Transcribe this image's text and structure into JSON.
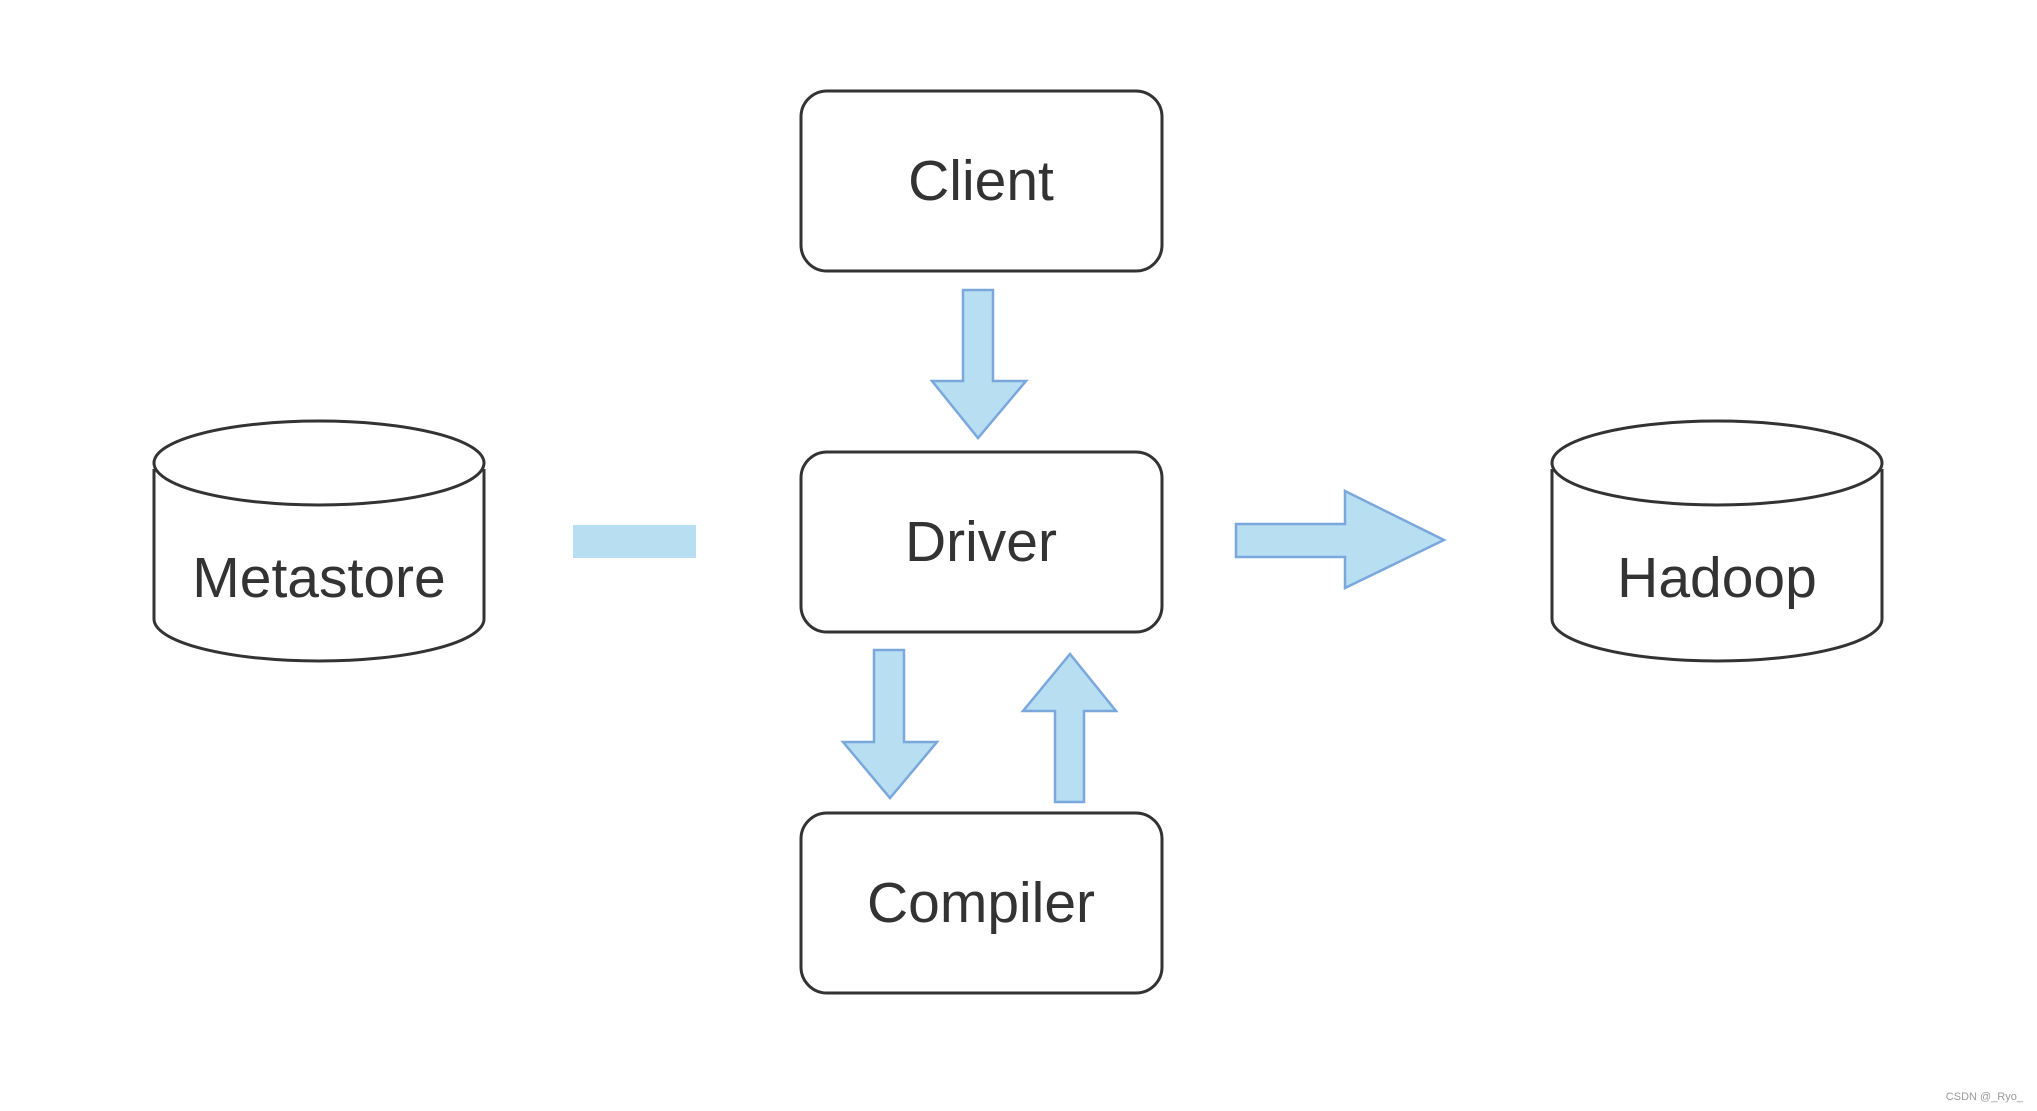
{
  "nodes": {
    "client": {
      "label": "Client"
    },
    "driver": {
      "label": "Driver"
    },
    "compiler": {
      "label": "Compiler"
    },
    "metastore": {
      "label": "Metastore"
    },
    "hadoop": {
      "label": "Hadoop"
    }
  },
  "colors": {
    "arrow_fill": "#b8def2",
    "arrow_stroke": "#7aa7dc",
    "box_stroke": "#333333",
    "text": "#333333"
  },
  "watermark": "CSDN @_Ryo_"
}
